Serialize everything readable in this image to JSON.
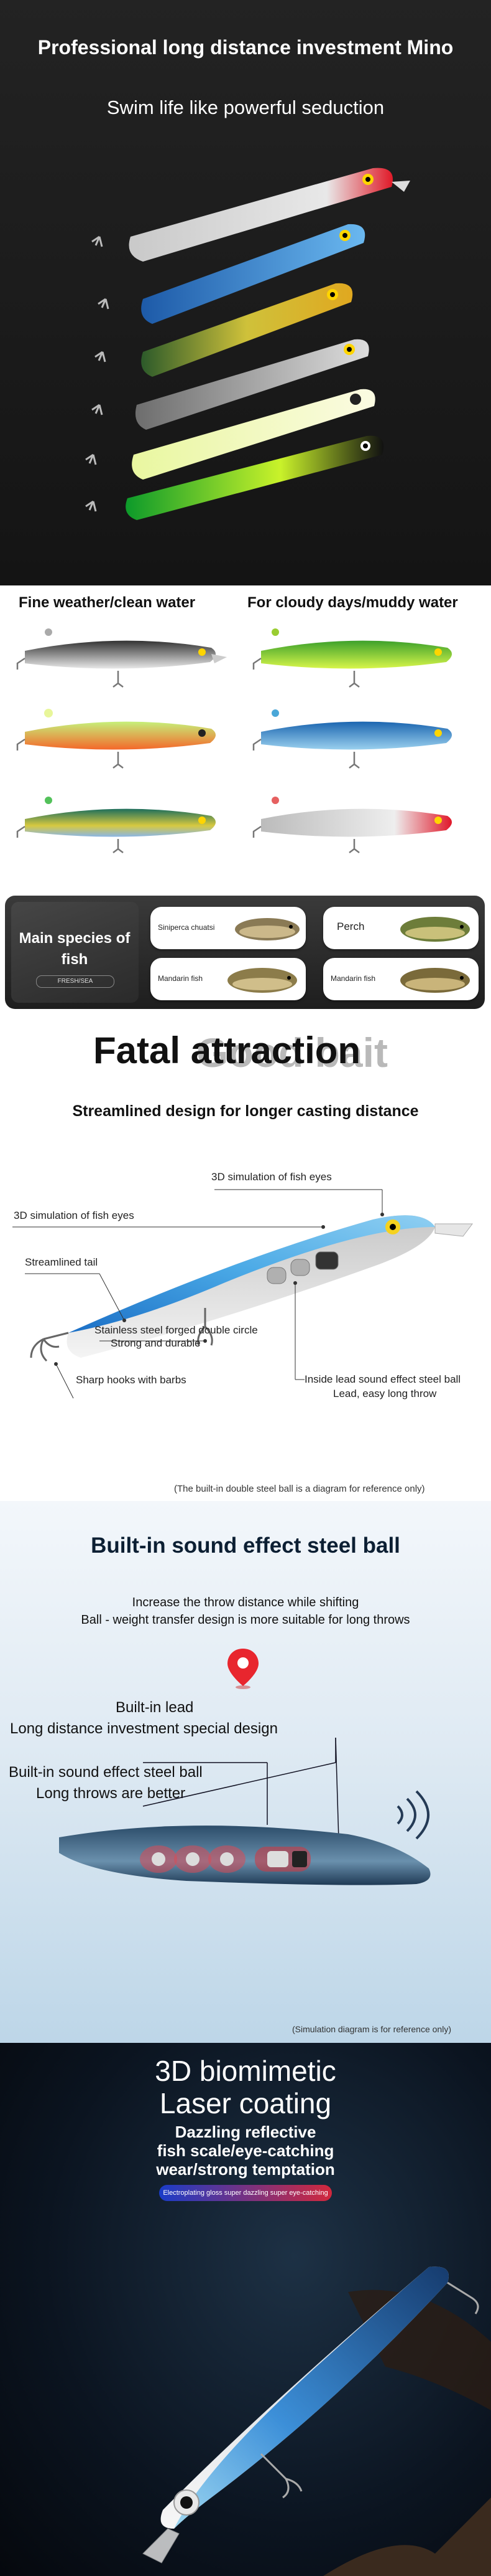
{
  "hero": {
    "title": "Professional long distance investment Mino",
    "subtitle": "Swim life like powerful seduction"
  },
  "colors_section": {
    "left_heading": "Fine weather/clean water",
    "right_heading": "For cloudy days/muddy water",
    "species": {
      "heading": "Main species of fish",
      "badge": "FRESH/SEA",
      "fish": [
        "Siniperca chuatsi",
        "Perch",
        "Mandarin fish",
        "Mandarin fish"
      ]
    }
  },
  "design": {
    "title_bold": "Fatal attraction",
    "title_ghost": "Good bait",
    "subtitle": "Streamlined design for longer casting distance",
    "callouts": {
      "eyes_top": "3D simulation of fish eyes",
      "eyes_left": "3D simulation of fish eyes",
      "tail": "Streamlined tail",
      "circle_1": "Stainless steel forged double circle",
      "circle_2": "Strong and durable",
      "hooks": "Sharp hooks with barbs",
      "lead_1": "Inside lead sound effect steel ball",
      "lead_2": "Lead, easy long throw"
    },
    "note": "(The built-in double steel ball is a diagram for reference only)"
  },
  "sound": {
    "title": "Built-in sound effect steel ball",
    "desc_1": "Increase the throw distance while shifting",
    "desc_2": "Ball - weight transfer design is more suitable for long throws",
    "lead_1": "Built-in lead",
    "lead_2": "Long distance investment special design",
    "ball_1": "Built-in sound effect steel ball",
    "ball_2": "Long throws are better",
    "note": "(Simulation diagram is for reference only)"
  },
  "laser": {
    "line_1": "3D biomimetic",
    "line_2": "Laser coating",
    "line_3": "Dazzling reflective",
    "line_4": "fish scale/eye-catching",
    "line_5": "wear/strong temptation",
    "pill": "Electroplating gloss super dazzling super eye-catching"
  }
}
